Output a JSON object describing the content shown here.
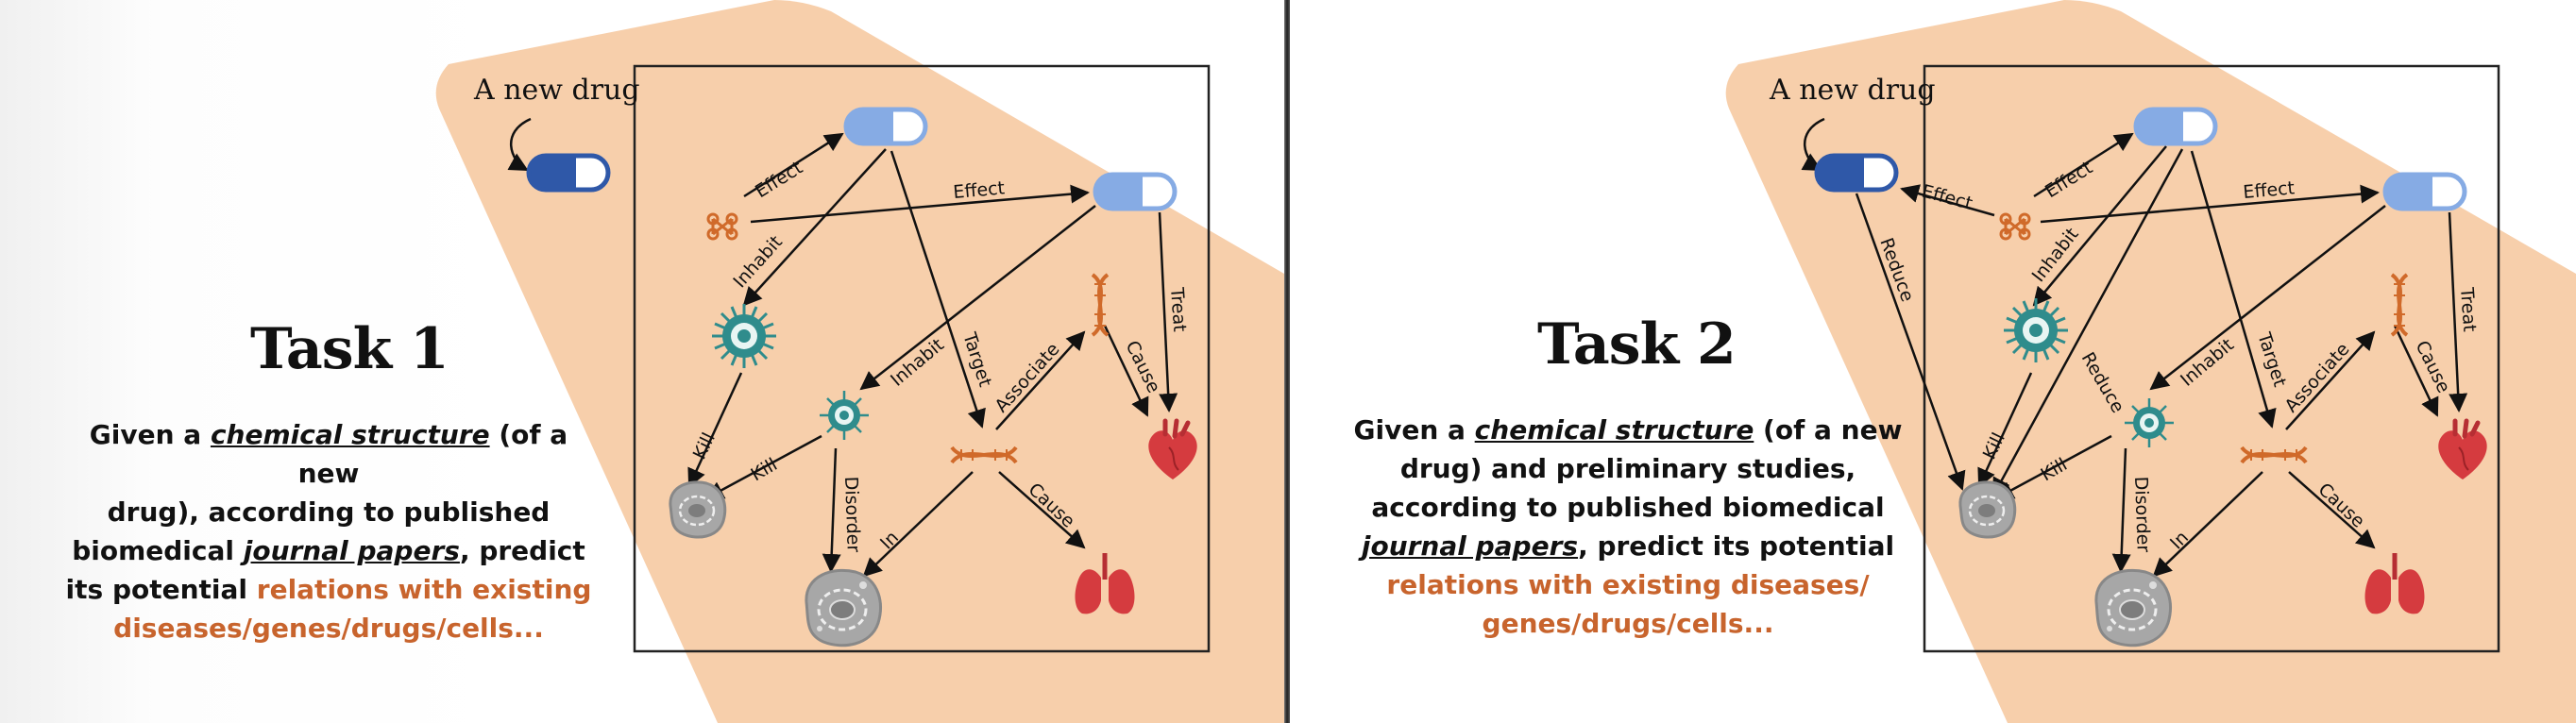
{
  "colors": {
    "highlight": "#c8642d",
    "panel_shape": "#f7cfab",
    "drug_dark": "#2f58a8",
    "drug_light": "#86abe4",
    "virus": "#2f8c8c",
    "gene": "#d06a2a",
    "heart_lung": "#d53b3f",
    "cell": "#8e8e8e"
  },
  "task1": {
    "title": "Task 1",
    "new_drug_label": "A new drug",
    "desc": {
      "line1_pre": "Given a ",
      "line1_emph": "chemical structure",
      "line1_post": " (of a new",
      "line2": "drug), according to published",
      "line3_pre": "biomedical ",
      "line3_emph": "journal papers",
      "line3_post": ", predict",
      "line4_pre": "its potential ",
      "line4_hl": "relations with existing",
      "line5_hl": "diseases/genes/drugs/cells..."
    },
    "edges": {
      "effect1": "Effect",
      "effect2": "Effect",
      "inhabit1": "Inhabit",
      "inhabit2": "Inhabit",
      "target": "Target",
      "associate": "Associate",
      "treat": "Treat",
      "cause1": "Cause",
      "kill1": "Kill",
      "kill2": "Kill",
      "disorder": "Disorder",
      "in": "In",
      "cause2": "Cause"
    }
  },
  "task2": {
    "title": "Task 2",
    "new_drug_label": "A new drug",
    "desc": {
      "line1_pre": "Given a ",
      "line1_emph": "chemical structure",
      "line1_post": " (of a new",
      "line2": "drug) and preliminary studies,",
      "line3": "according to published biomedical",
      "line4_emph": "journal papers",
      "line4_post": ", predict its potential",
      "line5_hl": "relations with existing diseases/",
      "line6_hl": "genes/drugs/cells..."
    },
    "edges": {
      "effect0": "Effect",
      "reduce1": "Reduce",
      "effect1": "Effect",
      "effect2": "Effect",
      "inhabit1": "Inhabit",
      "inhabit2": "Inhabit",
      "reduce2": "Reduce",
      "target": "Target",
      "associate": "Associate",
      "treat": "Treat",
      "cause1": "Cause",
      "kill1": "Kill",
      "kill2": "Kill",
      "disorder": "Disorder",
      "in": "In",
      "cause2": "Cause"
    }
  }
}
